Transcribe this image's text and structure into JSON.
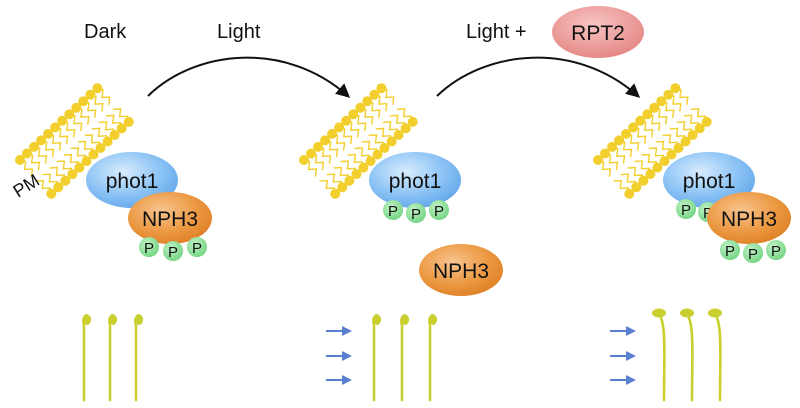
{
  "panels": [
    {
      "condition": "Dark"
    },
    {
      "condition": "Light"
    },
    {
      "condition": "Light +",
      "cofactor": "RPT2"
    }
  ],
  "membrane_label": "PM",
  "proteins": {
    "phot1": "phot1",
    "nph3": "NPH3",
    "phosphate": "P"
  },
  "colors": {
    "membrane": "#f2cf2c",
    "phot1": "#6fb3f0",
    "nph3": "#e8892e",
    "phosphate": "#7fdc8c",
    "rpt2": "#e88a8a",
    "seedling": "#c9cf2e",
    "light_arrow": "#5b7fd0"
  }
}
